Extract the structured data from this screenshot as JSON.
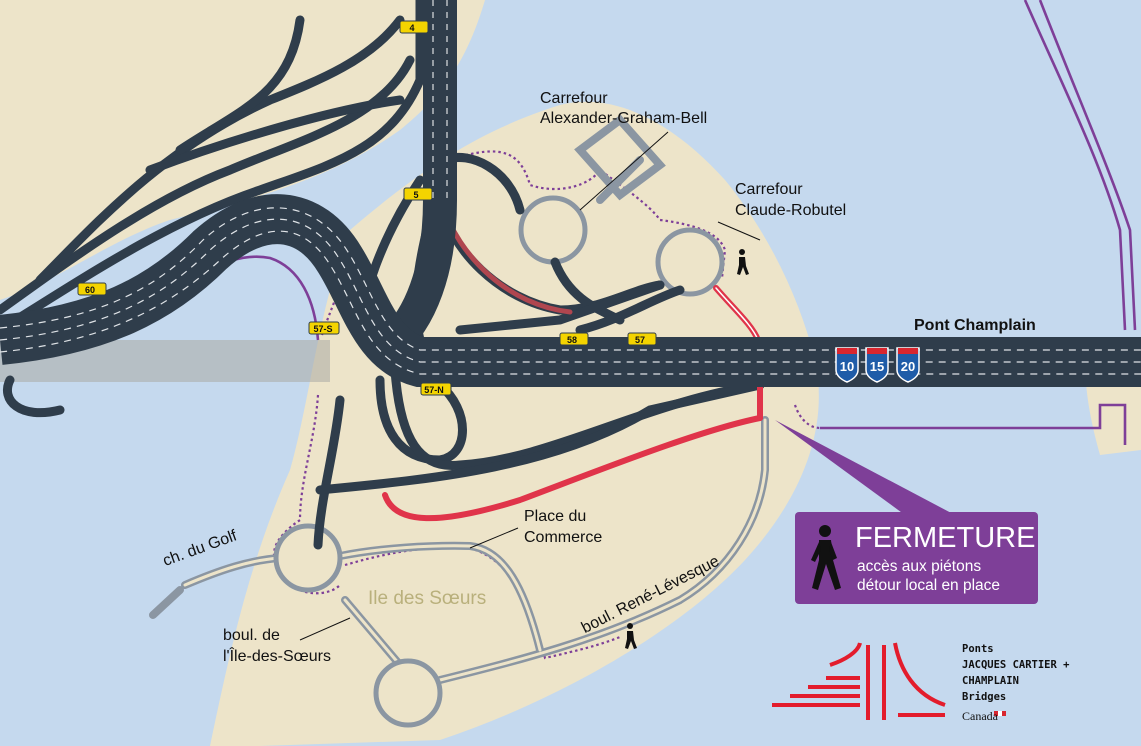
{
  "labels": {
    "carrefour_agb_1": "Carrefour",
    "carrefour_agb_2": "Alexander-Graham-Bell",
    "carrefour_cr_1": "Carrefour",
    "carrefour_cr_2": "Claude-Robutel",
    "pont_champlain": "Pont Champlain",
    "place_du_commerce_1": "Place du",
    "place_du_commerce_2": "Commerce",
    "ch_du_golf": "ch. du Golf",
    "boul_ile_1": "boul. de",
    "boul_ile_2": "l'Île-des-Sœurs",
    "boul_rene": "boul. René-Lévesque",
    "ile_des_soeurs": "Ile des Sœurs"
  },
  "route_markers": {
    "r4": "4",
    "r5": "5",
    "r60": "60",
    "r57s": "57-S",
    "r58": "58",
    "r57": "57",
    "r57n": "57-N"
  },
  "shields": [
    "10",
    "15",
    "20"
  ],
  "callout": {
    "title": "FERMETURE",
    "line1": "accès aux piétons",
    "line2": "détour local en place"
  },
  "brand": {
    "line1": "Ponts",
    "line2": "JACQUES CARTIER +",
    "line3": "CHAMPLAIN",
    "line4": "Bridges",
    "gov": "Canada"
  },
  "icons": {
    "pedestrian": "pedestrian-icon",
    "shield": "interstate-shield-icon",
    "logo": "jccbi-logo-icon",
    "flag": "canada-flag-icon"
  },
  "colors": {
    "water": "#c5d9ee",
    "land": "#ede4c9",
    "road": "#2f3d4b",
    "road_edge": "#8b96a2",
    "closure": "#e0344a",
    "detour": "#7e3f98",
    "brand_red": "#e31c2c"
  }
}
